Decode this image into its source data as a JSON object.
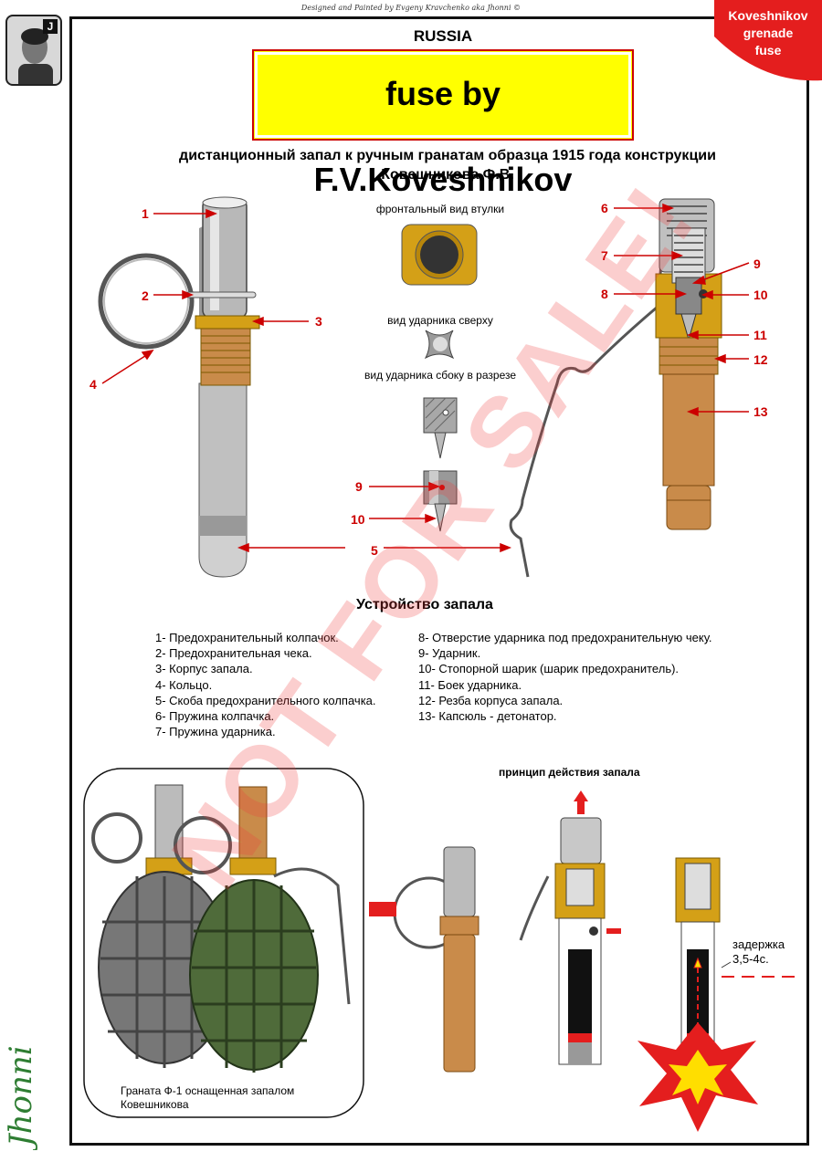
{
  "credit": "Designed and Painted by Evgeny Kravchenko aka Jhonni ©",
  "avatar_badge": "J",
  "corner_badge": [
    "Koveshnikov",
    "grenade",
    "fuse"
  ],
  "country": "RUSSIA",
  "title": "fuse by F.V.Koveshnikov",
  "subtitle_line1": "дистанционный запал к ручным гранатам образца 1915 года конструкции",
  "subtitle_line2": "Ковешникова Ф.В.",
  "views": {
    "front": "фронтальный вид втулки",
    "top": "вид ударника сверху",
    "side": "вид ударника сбоку в разрезе"
  },
  "callouts": [
    "1",
    "2",
    "3",
    "4",
    "5",
    "6",
    "7",
    "8",
    "9",
    "10",
    "11",
    "12",
    "13",
    "9",
    "10"
  ],
  "section_title": "Устройство запала",
  "legend_left": [
    "1- Предохранительный колпачок.",
    "2- Предохранительная чека.",
    "3- Корпус запала.",
    "4- Кольцо.",
    "5- Скоба предохранительного колпачка.",
    "6- Пружина колпачка.",
    "7- Пружина ударника."
  ],
  "legend_right": [
    "8- Отверстие ударника под предохранительную чеку.",
    "9- Ударник.",
    "10- Стопорной шарик (шарик предохранитель).",
    "11- Боек ударника.",
    "12- Резба корпуса запала.",
    "13- Капсюль - детонатор."
  ],
  "grenade_caption": [
    "Граната Ф-1 оснащенная запалом",
    "Ковешникова"
  ],
  "principle_label": "принцип действия запала",
  "delay_label": [
    "задержка",
    "3,5-4с."
  ],
  "watermark": "NOT FOR SALE!",
  "signature": "Jhonni",
  "colors": {
    "callout": "#cc0000",
    "title_bg": "#ffff00",
    "brass": "#d4a017",
    "copper": "#c98b4a",
    "steel": "#b0b0b0",
    "badge": "#e41e1e"
  }
}
